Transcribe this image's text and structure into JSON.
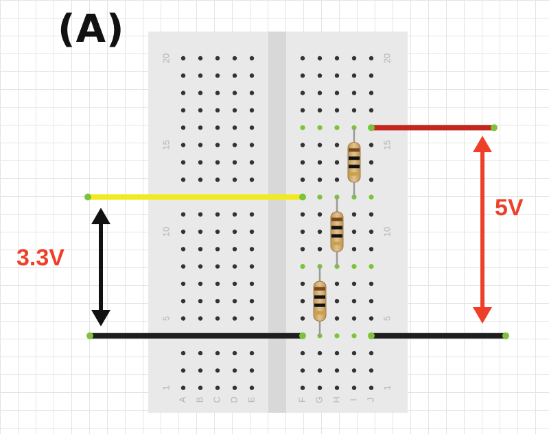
{
  "title": "(A)",
  "breadboard": {
    "row_numbers": [
      "20",
      "15",
      "10",
      "5",
      "1"
    ],
    "left_columns": [
      "A",
      "B",
      "C",
      "D",
      "E"
    ],
    "right_columns": [
      "F",
      "G",
      "H",
      "I",
      "J"
    ]
  },
  "wires": [
    {
      "name": "wire-red-5v",
      "color": "#c4271d"
    },
    {
      "name": "wire-yellow",
      "color": "#f2ea1c"
    },
    {
      "name": "wire-black-left",
      "color": "#1e1e1e"
    },
    {
      "name": "wire-black-right",
      "color": "#1e1e1e"
    }
  ],
  "annotations": {
    "left_voltage": "3.3V",
    "right_voltage": "5V",
    "left_arrow_color": "#111111",
    "right_arrow_color": "#ee4029",
    "label_color": "#ee4029"
  },
  "colors": {
    "board": "#e9e9e9",
    "channel": "#d8d8d8",
    "hole": "#333333",
    "active_hole": "#7cc33b",
    "board_text": "#b4b4b4"
  }
}
